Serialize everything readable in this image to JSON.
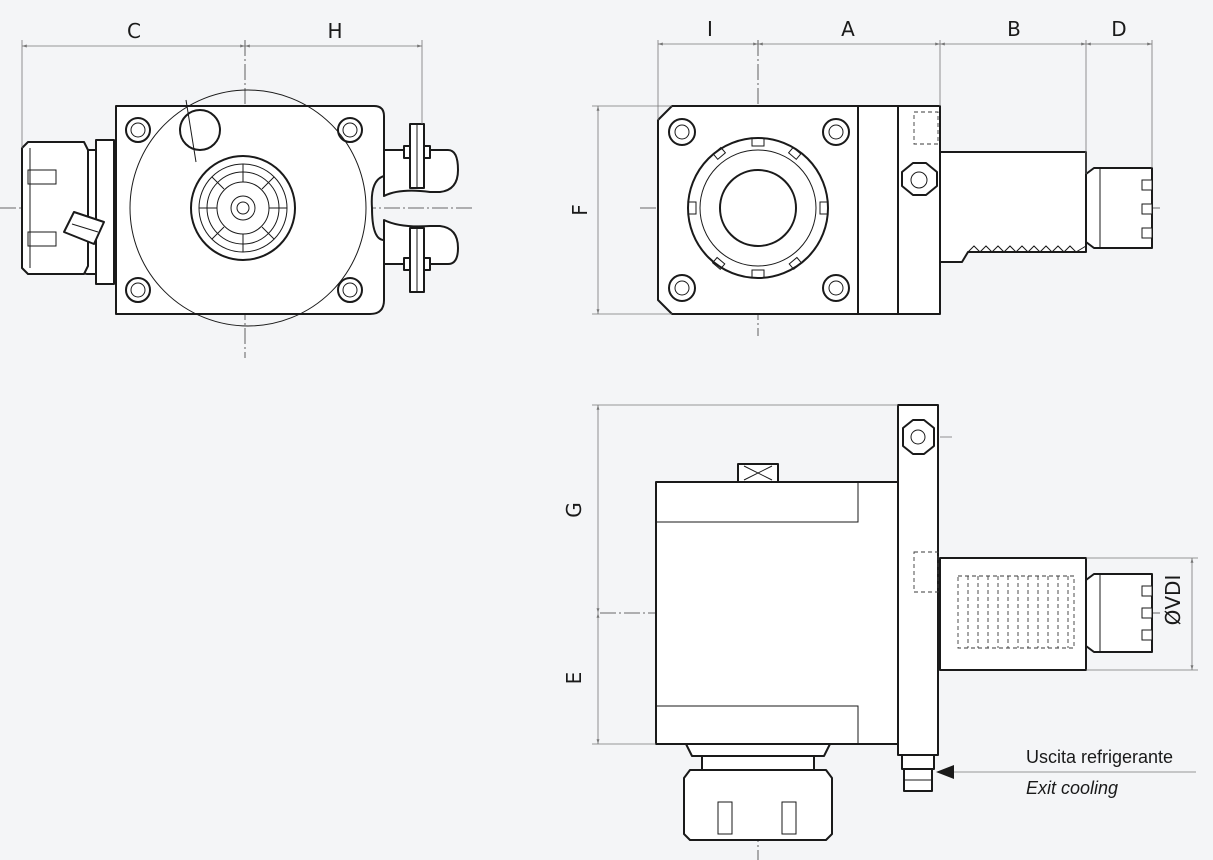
{
  "dimensions": {
    "C": "C",
    "H": "H",
    "I": "I",
    "A": "A",
    "B": "B",
    "D": "D",
    "F": "F",
    "G": "G",
    "E": "E",
    "VDI": "ØVDI"
  },
  "callout": {
    "line1": "Uscita refrigerante",
    "line2": "Exit cooling"
  }
}
